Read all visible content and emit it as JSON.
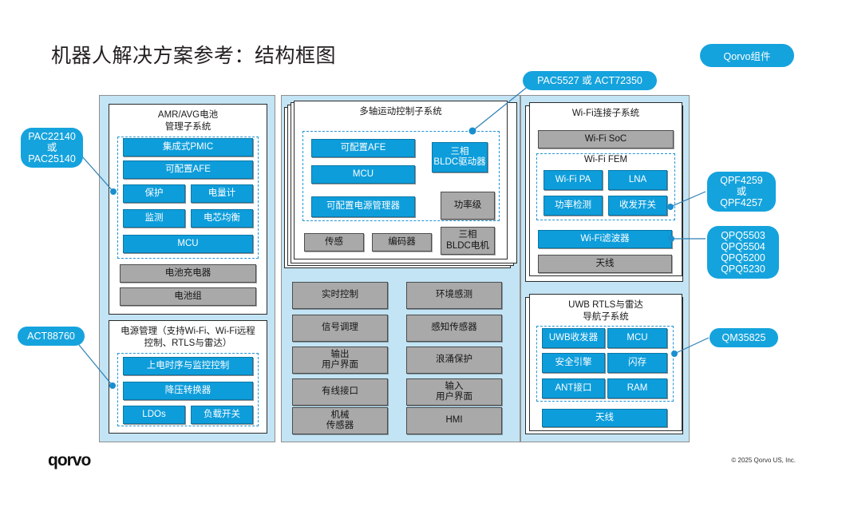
{
  "title": "机器人解决方案参考：结构框图",
  "brand_badge": "Qorvo组件",
  "colors": {
    "accent": "#15a3dd",
    "block_blue": "#0d9ddb",
    "block_gray": "#a9a9a9",
    "panel": "#c3e4f4"
  },
  "footer": {
    "logo": "qorvo",
    "copyright": "© 2025 Qorvo US, Inc."
  },
  "callouts": {
    "battery": {
      "l1": "PAC22140",
      "l2": "或",
      "l3": "PAC25140"
    },
    "power": {
      "l1": "ACT88760"
    },
    "motion": {
      "l1": "PAC5527 或 ACT72350"
    },
    "fem": {
      "l1": "QPF4259",
      "l2": "或",
      "l3": "QPF4257"
    },
    "filter": {
      "l1": "QPQ5503",
      "l2": "QPQ5504",
      "l3": "QPQ5200",
      "l4": "QPQ5230"
    },
    "uwb": {
      "l1": "QM35825"
    }
  },
  "battery_subsystem": {
    "title_l1": "AMR/AVG电池",
    "title_l2": "管理子系统",
    "blocks": [
      {
        "label": "集成式PMIC",
        "kind": "blue"
      },
      {
        "label": "可配置AFE",
        "kind": "blue"
      },
      {
        "label": "保护",
        "kind": "blue"
      },
      {
        "label": "电量计",
        "kind": "blue"
      },
      {
        "label": "监测",
        "kind": "blue"
      },
      {
        "label": "电芯均衡",
        "kind": "blue"
      },
      {
        "label": "MCU",
        "kind": "blue"
      }
    ],
    "outside": [
      {
        "label": "电池充电器",
        "kind": "gray"
      },
      {
        "label": "电池组",
        "kind": "gray"
      }
    ]
  },
  "power_subsystem": {
    "title_l1": "电源管理（支持Wi-Fi、Wi-Fi远程",
    "title_l2": "控制、RTLS与雷达）",
    "blocks": [
      {
        "label": "上电时序与监控控制",
        "kind": "blue"
      },
      {
        "label": "降压转换器",
        "kind": "blue"
      },
      {
        "label": "LDOs",
        "kind": "blue"
      },
      {
        "label": "负载开关",
        "kind": "blue"
      }
    ]
  },
  "motion_subsystem": {
    "title_l1": "多轴运动控制子系统",
    "blocks": [
      {
        "label": "可配置AFE",
        "kind": "blue"
      },
      {
        "label": "MCU",
        "kind": "blue"
      },
      {
        "label": "可配置电源管理器",
        "kind": "blue"
      },
      {
        "label_l1": "三相",
        "label_l2": "BLDC驱动器",
        "kind": "blue"
      },
      {
        "label": "功率级",
        "kind": "gray"
      },
      {
        "label": "传感",
        "kind": "gray"
      },
      {
        "label": "编码器",
        "kind": "gray"
      },
      {
        "label_l1": "三相",
        "label_l2": "BLDC电机",
        "kind": "gray"
      }
    ]
  },
  "function_grid": {
    "left": [
      {
        "label": "实时控制"
      },
      {
        "label": "信号调理"
      },
      {
        "label_l1": "输出",
        "label_l2": "用户界面"
      },
      {
        "label": "有线接口"
      },
      {
        "label_l1": "机械",
        "label_l2": "传感器"
      }
    ],
    "right": [
      {
        "label": "环境感测"
      },
      {
        "label": "感知传感器"
      },
      {
        "label": "浪涌保护"
      },
      {
        "label_l1": "输入",
        "label_l2": "用户界面"
      },
      {
        "label": "HMI"
      }
    ]
  },
  "wifi_subsystem": {
    "title_l1": "Wi-Fi连接子系统",
    "soc": "Wi-Fi SoC",
    "fem_title": "Wi-Fi FEM",
    "fem_blocks": [
      {
        "label": "Wi-Fi PA",
        "kind": "blue"
      },
      {
        "label": "LNA",
        "kind": "blue"
      },
      {
        "label": "功率检测",
        "kind": "blue"
      },
      {
        "label": "收发开关",
        "kind": "blue"
      }
    ],
    "filter": "Wi-Fi滤波器",
    "antenna": "天线"
  },
  "uwb_subsystem": {
    "title_l1": "UWB RTLS与雷达",
    "title_l2": "导航子系统",
    "blocks": [
      {
        "label": "UWB收发器",
        "kind": "blue"
      },
      {
        "label": "MCU",
        "kind": "blue"
      },
      {
        "label": "安全引擎",
        "kind": "blue"
      },
      {
        "label": "闪存",
        "kind": "blue"
      },
      {
        "label": "ANT接口",
        "kind": "blue"
      },
      {
        "label": "RAM",
        "kind": "blue"
      }
    ],
    "antenna": "天线"
  }
}
